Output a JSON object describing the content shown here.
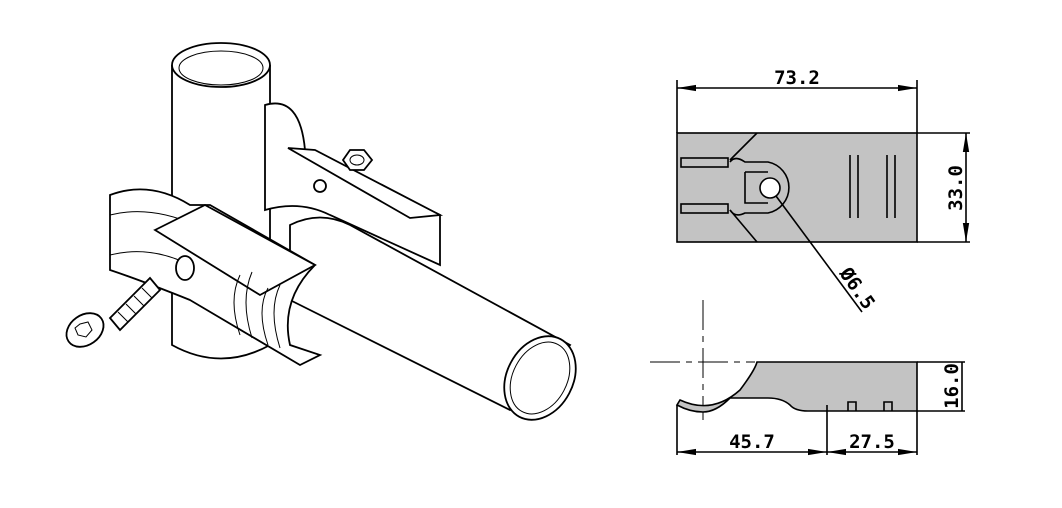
{
  "drawing": {
    "dimensions": {
      "overall_length": "73.2",
      "width": "33.0",
      "hole_diameter": "Ø6.5",
      "height": "16.0",
      "length_left": "45.7",
      "length_right": "27.5"
    },
    "colors": {
      "part_fill": "#c3c3c3",
      "line": "#000000"
    }
  }
}
